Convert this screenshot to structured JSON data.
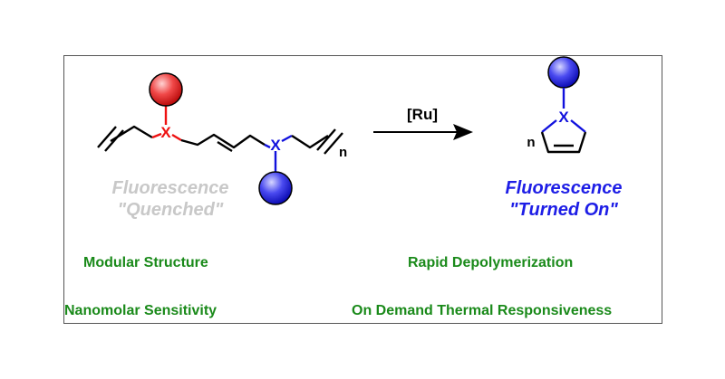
{
  "scheme": {
    "atom_x": "X",
    "subscript_n": "n",
    "ring_n": "n",
    "catalyst": "[Ru]"
  },
  "left_state": {
    "line1": "Fluorescence",
    "line2": "\"Quenched\"",
    "color": "#c8c8c8"
  },
  "right_state": {
    "line1": "Fluorescence",
    "line2": "\"Turned On\"",
    "color": "#1e1ee6"
  },
  "features": {
    "color": "#1a8a1a",
    "modular": "Modular Structure",
    "rapid": "Rapid Depolymerization",
    "sensitivity": "Nanomolar Sensitivity",
    "thermal": "On Demand Thermal Responsiveness"
  },
  "colors": {
    "red_atom": "#ee1111",
    "blue_atom": "#1111dd",
    "bond": "#000000"
  },
  "icons": {
    "red_sphere": "red-sphere-icon",
    "blue_sphere": "blue-sphere-icon"
  }
}
